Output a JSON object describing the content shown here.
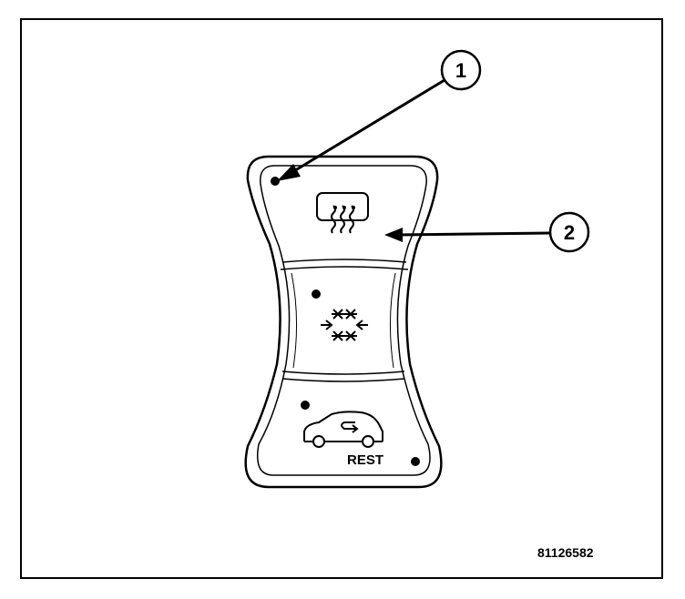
{
  "callouts": [
    {
      "number": "1",
      "target": "indicator-led"
    },
    {
      "number": "2",
      "target": "rear-defrost-button"
    }
  ],
  "panel": {
    "buttons": [
      {
        "name": "rear-defrost",
        "icon": "rear-window-defroster-icon",
        "label": ""
      },
      {
        "name": "air-conditioning",
        "icon": "snowflake-icon",
        "label": ""
      },
      {
        "name": "recirculation",
        "icon": "car-recirculation-icon",
        "label": "REST"
      }
    ]
  },
  "figure_id": "81126582",
  "colors": {
    "line": "#000000",
    "background": "#ffffff"
  }
}
